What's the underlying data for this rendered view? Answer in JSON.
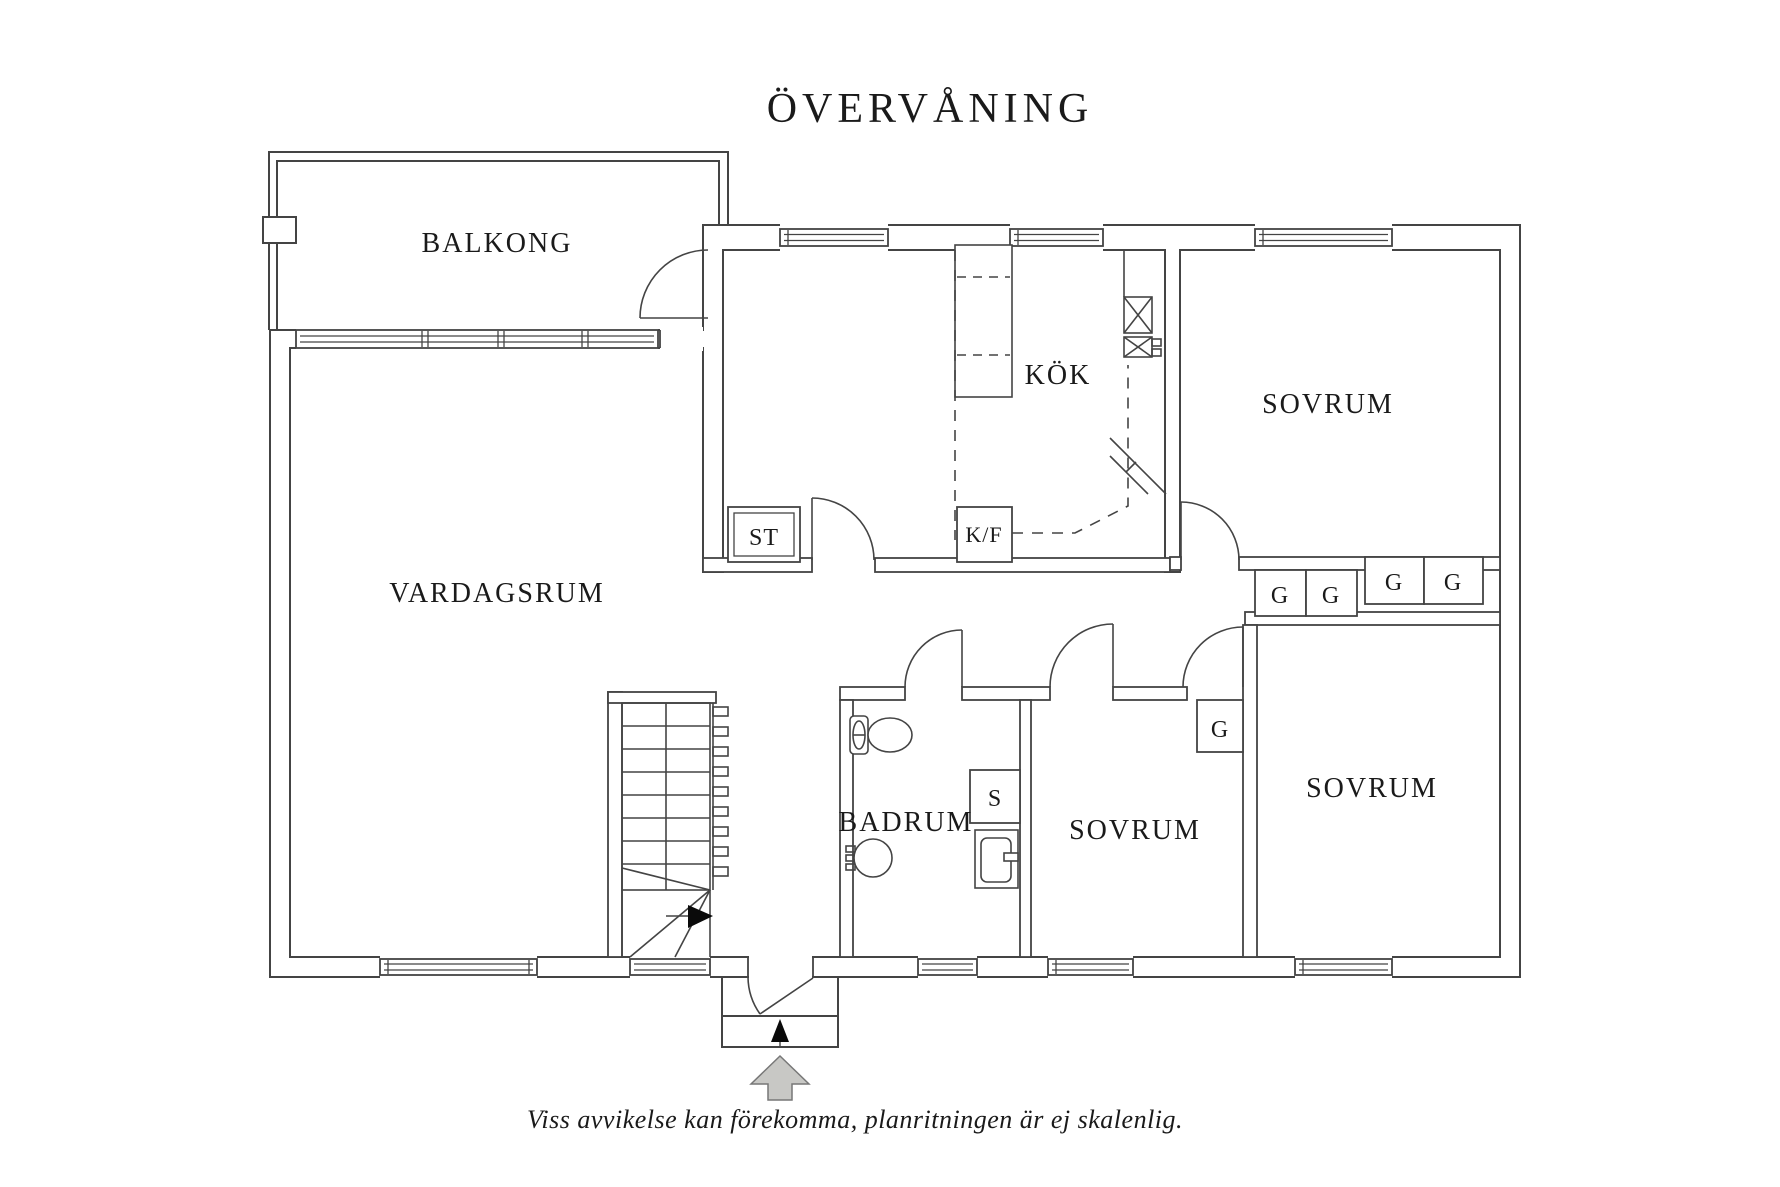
{
  "title": "ÖVERVÅNING",
  "caption": "Viss avvikelse kan förekomma, planritningen är ej skalenlig.",
  "rooms": {
    "balcony": "BALKONG",
    "living_room": "VARDAGSRUM",
    "kitchen": "KÖK",
    "bedroom_top": "SOVRUM",
    "bedroom_middle": "SOVRUM",
    "bedroom_right": "SOVRUM",
    "bathroom": "BADRUM"
  },
  "closets": {
    "cleaning": "ST",
    "fridge_freezer": "K/F",
    "shaft": "S",
    "wardrobe_1": "G",
    "wardrobe_2": "G",
    "wardrobe_3": "G",
    "wardrobe_4": "G",
    "wardrobe_5": "G"
  },
  "colors": {
    "line": "#444444",
    "text": "#1a1a1a",
    "entry_arrow_fill": "#c8c8c5",
    "entry_arrow_stroke": "#777777",
    "direction_arrow_fill": "#0a0a0a"
  }
}
